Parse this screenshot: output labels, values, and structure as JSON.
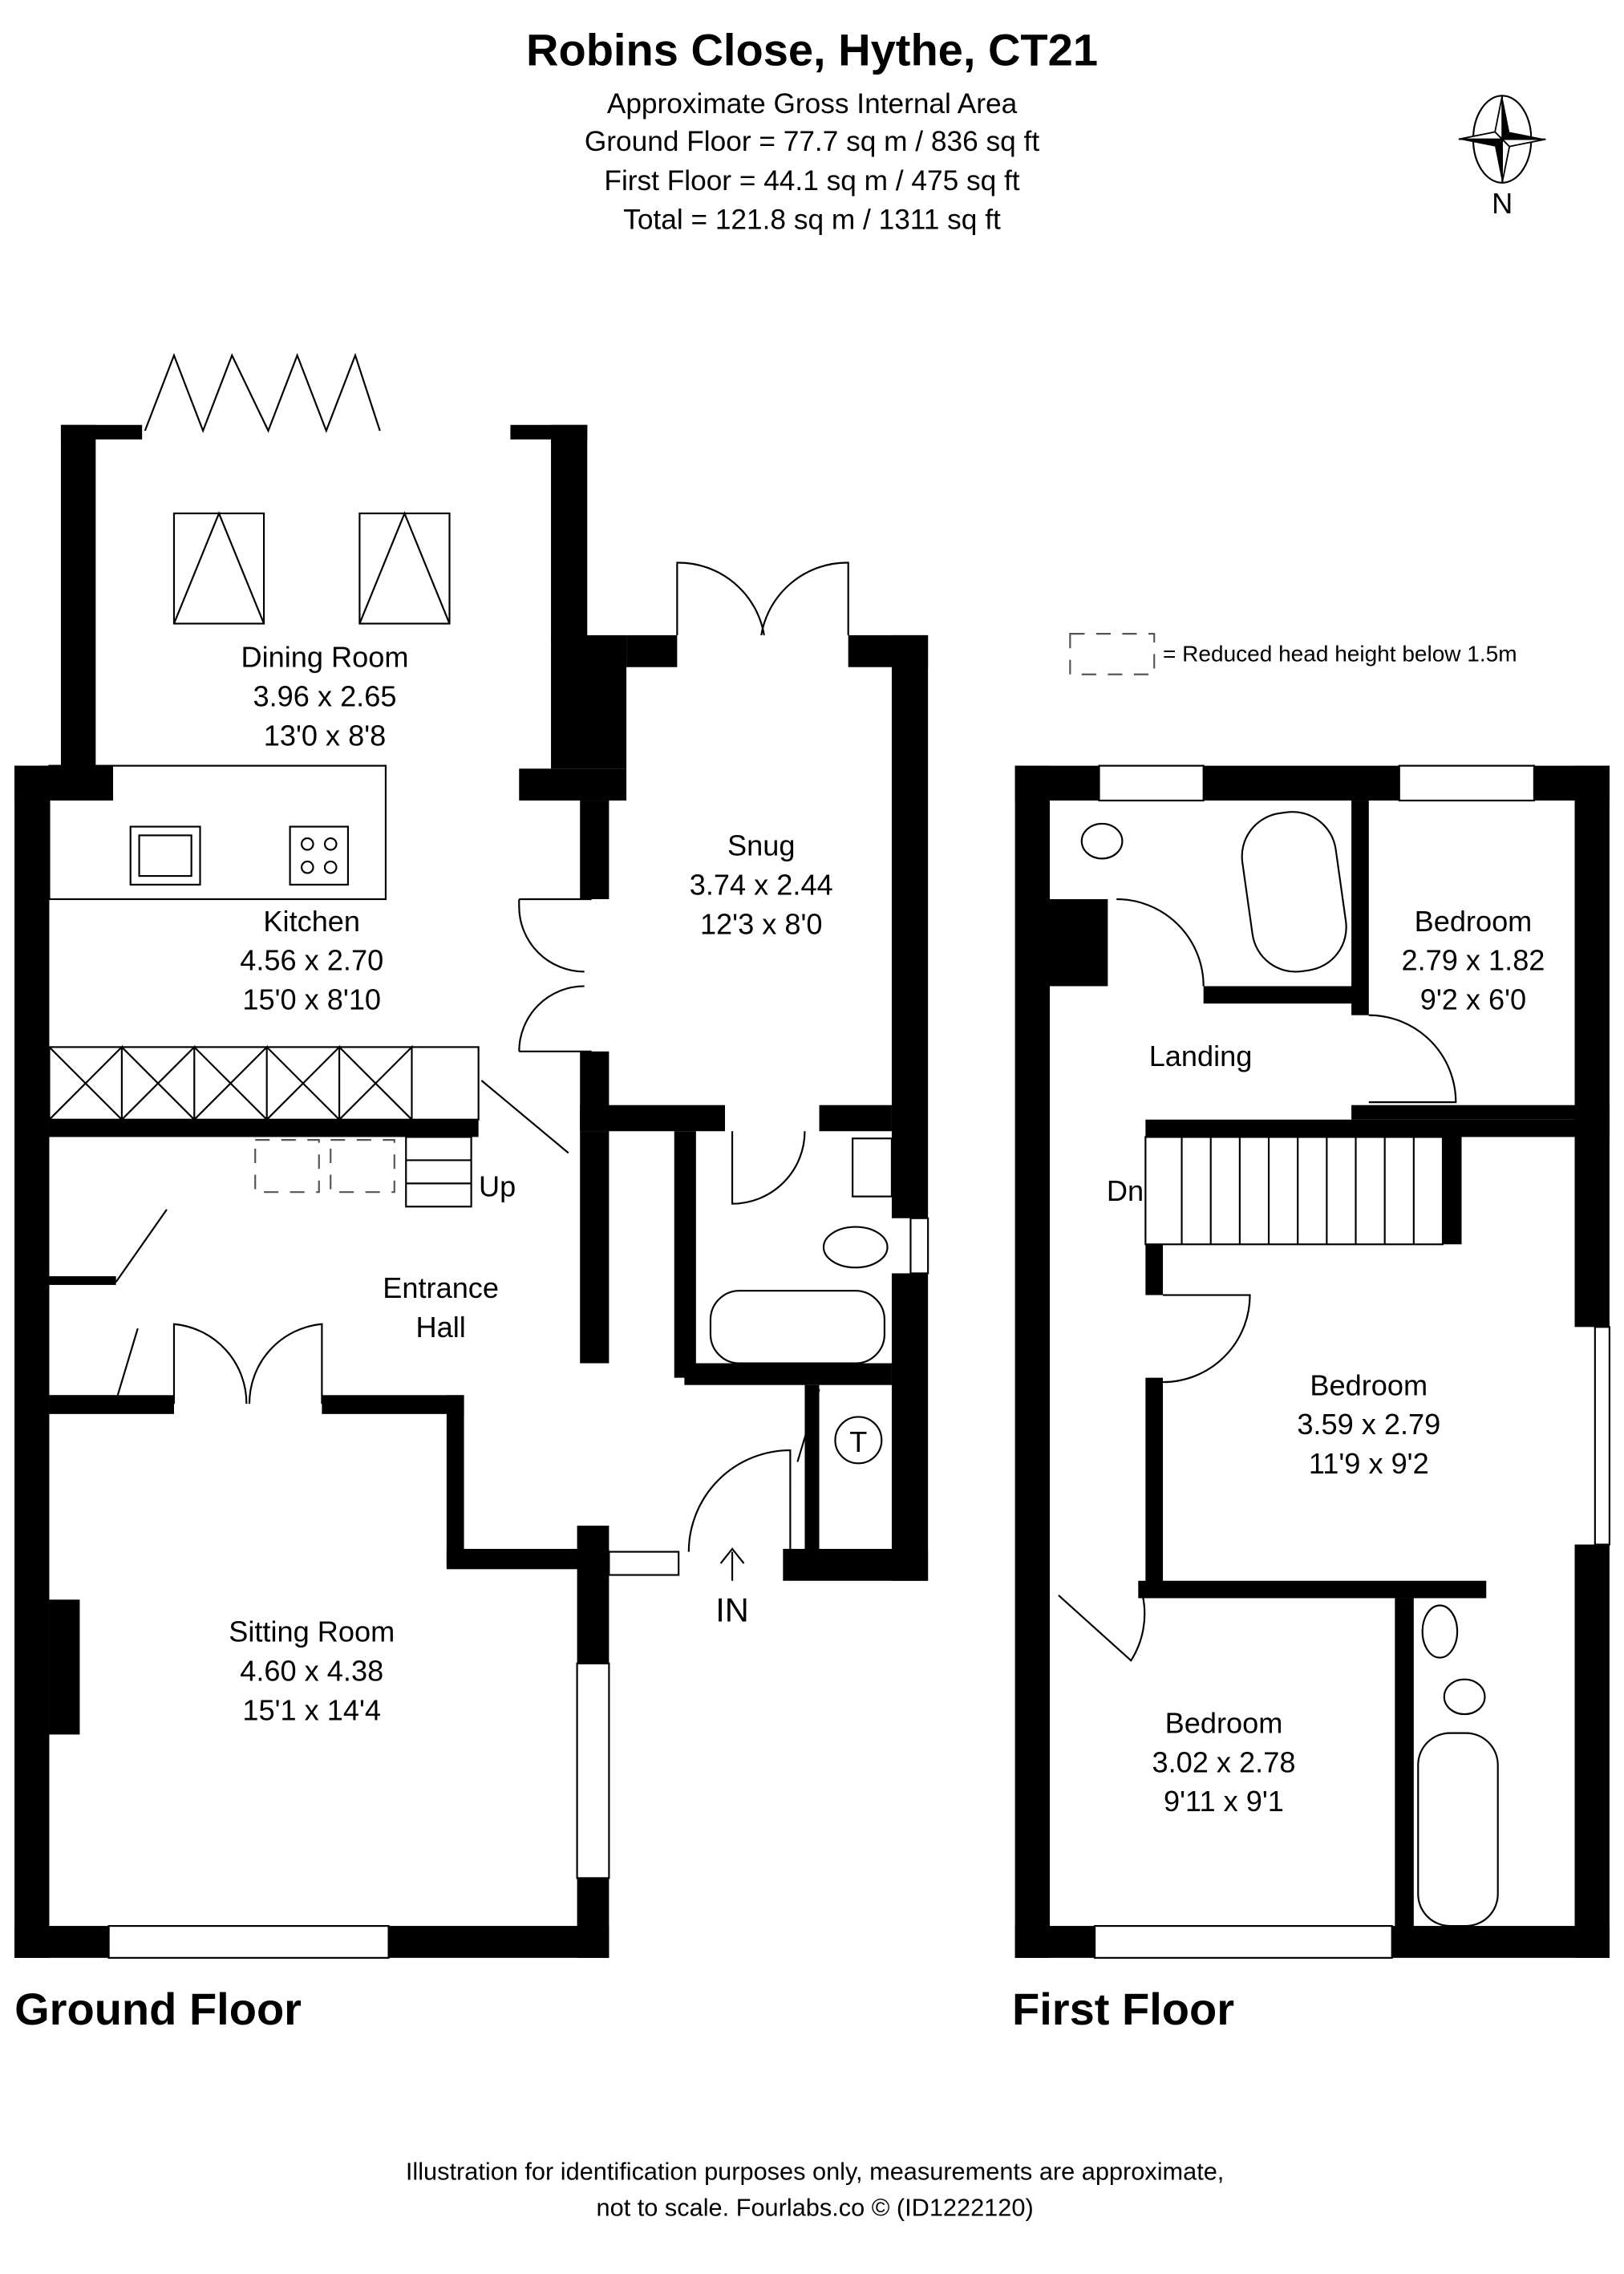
{
  "header": {
    "title": "Robins Close, Hythe, CT21",
    "area_heading": "Approximate Gross Internal Area",
    "ground_floor_area": "Ground Floor = 77.7 sq m / 836 sq ft",
    "first_floor_area": "First Floor = 44.1 sq m / 475 sq ft",
    "total_area": "Total = 121.8 sq m / 1311 sq ft"
  },
  "compass": {
    "label": "N"
  },
  "legend": {
    "text": "= Reduced head height below 1.5m"
  },
  "ground_floor": {
    "label": "Ground Floor",
    "rooms": [
      {
        "name": "Dining Room",
        "metric": "3.96 x 2.65",
        "imperial": "13'0 x 8'8"
      },
      {
        "name": "Kitchen",
        "metric": "4.56 x 2.70",
        "imperial": "15'0 x 8'10"
      },
      {
        "name": "Snug",
        "metric": "3.74 x 2.44",
        "imperial": "12'3 x 8'0"
      },
      {
        "name": "Entrance",
        "name2": "Hall"
      },
      {
        "name": "Sitting Room",
        "metric": "4.60 x 4.38",
        "imperial": "15'1 x 14'4"
      }
    ],
    "stairs_label": "Up",
    "entry_label": "IN",
    "cupboard_label": "T"
  },
  "first_floor": {
    "label": "First Floor",
    "rooms": [
      {
        "name": "Bedroom",
        "metric": "2.79 x 1.82",
        "imperial": "9'2 x 6'0"
      },
      {
        "name": "Landing"
      },
      {
        "name": "Bedroom",
        "metric": "3.59 x 2.79",
        "imperial": "11'9 x 9'2"
      },
      {
        "name": "Bedroom",
        "metric": "3.02 x 2.78",
        "imperial": "9'11 x 9'1"
      }
    ],
    "stairs_label": "Dn"
  },
  "footer": {
    "line1": "Illustration for identification purposes only, measurements are approximate,",
    "line2": "not to scale. Fourlabs.co © (ID1222120)"
  }
}
